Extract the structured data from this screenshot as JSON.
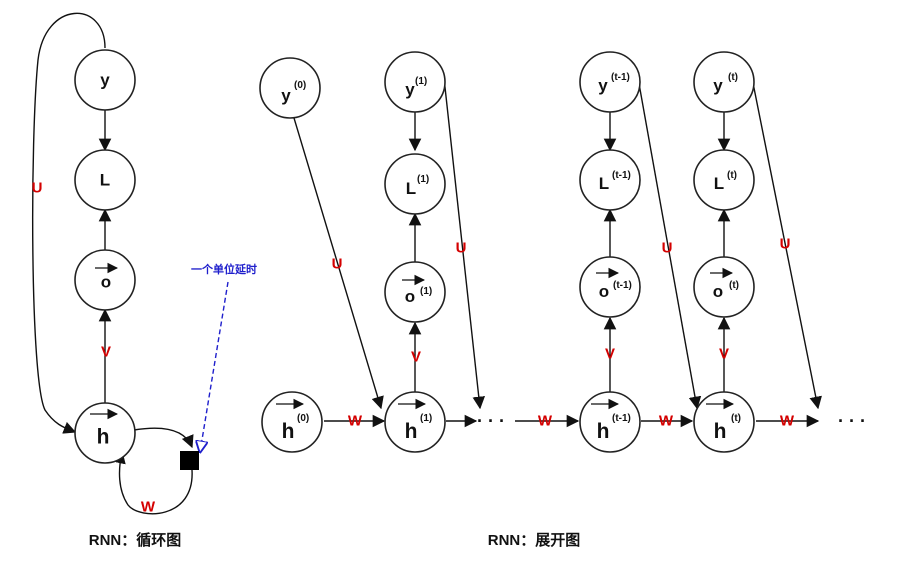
{
  "left": {
    "y": "y",
    "L": "L",
    "o": "o",
    "h": "h",
    "U": "U",
    "V": "V",
    "W": "W",
    "delay_note": "一个单位延时",
    "caption": "RNN：循环图"
  },
  "right": {
    "caption": "RNN：展开图",
    "y0": {
      "base": "y",
      "sup": "(0)"
    },
    "y1": {
      "base": "y",
      "sup": "(1)"
    },
    "yt1": {
      "base": "y",
      "sup": "(t-1)"
    },
    "yt": {
      "base": "y",
      "sup": "(t)"
    },
    "L1": {
      "base": "L",
      "sup": "(1)"
    },
    "Lt1": {
      "base": "L",
      "sup": "(t-1)"
    },
    "Lt": {
      "base": "L",
      "sup": "(t)"
    },
    "o1": {
      "base": "o",
      "sup": "(1)"
    },
    "ot1": {
      "base": "o",
      "sup": "(t-1)"
    },
    "ot": {
      "base": "o",
      "sup": "(t)"
    },
    "h0": {
      "base": "h",
      "sup": "(0)"
    },
    "h1": {
      "base": "h",
      "sup": "(1)"
    },
    "ht1": {
      "base": "h",
      "sup": "(t-1)"
    },
    "ht": {
      "base": "h",
      "sup": "(t)"
    },
    "U": "U",
    "V": "V",
    "W": "W",
    "dots": "· · ·"
  }
}
